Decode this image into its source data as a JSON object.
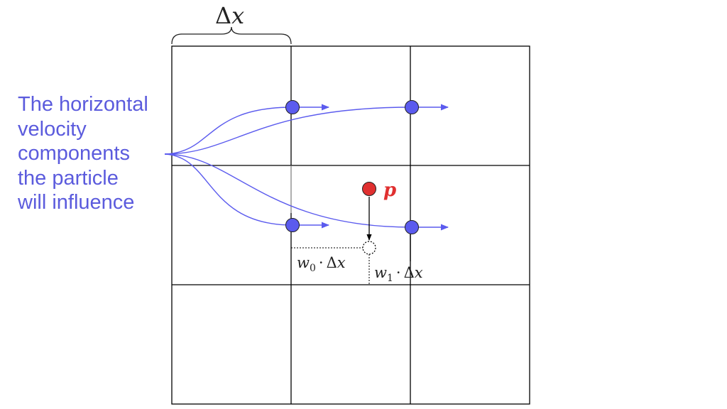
{
  "caption": {
    "lines": [
      "The horizontal",
      "velocity",
      "components",
      "the particle",
      "will influence"
    ]
  },
  "labels": {
    "cell_size_symbol": "Δ",
    "cell_size_var": "x",
    "particle": "p",
    "w0_var": "w",
    "w0_sub": "0",
    "w1_var": "w",
    "w1_sub": "1",
    "dot": "·",
    "delta": "Δ",
    "x": "x"
  },
  "colors": {
    "caption": "#5b5bdd",
    "velocity_node": "#5b5bee",
    "arrow": "#5b5bee",
    "particle": "#e03030",
    "particle_label": "#e03030",
    "grid": "#000000"
  },
  "grid": {
    "rows": 3,
    "cols": 3
  }
}
